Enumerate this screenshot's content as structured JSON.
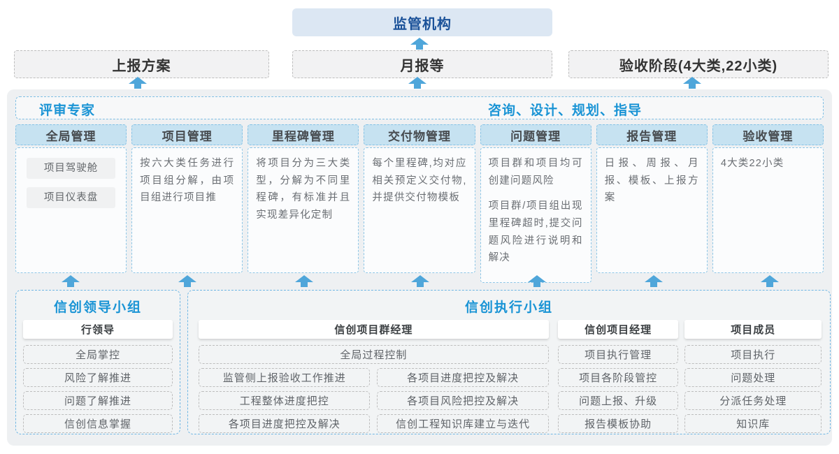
{
  "top": {
    "regulator": "监管机构"
  },
  "row2": {
    "box1": "上报方案",
    "box2": "月报等",
    "box3": "验收阶段(4大类,22小类)"
  },
  "main": {
    "header": {
      "left": "评审专家",
      "right": "咨询、设计、规划、指导"
    },
    "columns": [
      {
        "title": "全局管理",
        "pill1": "项目驾驶舱",
        "pill2": "项目仪表盘"
      },
      {
        "title": "项目管理",
        "text": "按六大类任务进行项目组分解，由项目组进行项目推"
      },
      {
        "title": "里程碑管理",
        "text": "将项目分为三大类型，分解为不同里程碑，有标准并且实现差异化定制"
      },
      {
        "title": "交付物管理",
        "text": "每个里程碑,均对应相关预定义交付物,并提供交付物模板"
      },
      {
        "title": "问题管理",
        "text1": "项目群和项目均可创建问题风险",
        "text2": "项目群/项目组出现里程碑超时,提交问题风险进行说明和解决"
      },
      {
        "title": "报告管理",
        "text": "日报、周报、月报、模板、上报方案"
      },
      {
        "title": "验收管理",
        "text": "4大类22小类"
      }
    ]
  },
  "groups": {
    "lead": {
      "title": "信创领导小组",
      "role": "行领导",
      "items": [
        "全局掌控",
        "风险了解推进",
        "问题了解推进",
        "信创信息掌握"
      ]
    },
    "exec": {
      "title": "信创执行小组",
      "pgm": {
        "role": "信创项目群经理",
        "wide": "全局过程控制",
        "rows": [
          [
            "监管侧上报验收工作推进",
            "各项目进度把控及解决"
          ],
          [
            "工程整体进度把控",
            "各项目风险把控及解决"
          ],
          [
            "各项目进度把控及解决",
            "信创工程知识库建立与迭代"
          ]
        ]
      },
      "pm": {
        "role": "信创项目经理",
        "items": [
          "项目执行管理",
          "项目各阶段管控",
          "问题上报、升级",
          "报告模板协助"
        ]
      },
      "member": {
        "role": "项目成员",
        "items": [
          "项目执行",
          "问题处理",
          "分派任务处理",
          "知识库"
        ]
      }
    }
  },
  "colors": {
    "accent_blue": "#1a94d5",
    "deep_blue": "#1b5299",
    "arrow_blue": "#4fa6da",
    "column_header_bg": "#c6e2f1",
    "container_bg": "#eef0f2"
  }
}
